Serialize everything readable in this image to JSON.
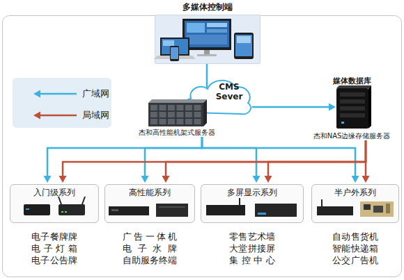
{
  "diagram": {
    "nodes": [
      {
        "text": [
          "多媒体控制端"
        ]
      },
      {
        "text": [
          "CMS Sever"
        ]
      },
      {
        "text": [
          "杰和高性能机架式服务器"
        ]
      },
      {
        "text": [
          "媒体数据库",
          "杰和NAS边缘存储服务器"
        ]
      },
      {
        "text": [
          "入门级系列",
          "电子餐牌牌",
          "电子灯箱",
          "电子公告牌"
        ]
      },
      {
        "text": [
          "高性能系列",
          "广告一体机",
          "电子水牌",
          "自助服务终端"
        ]
      },
      {
        "text": [
          "多屏显示系列",
          "零售艺术墙",
          "大堂拼接屏",
          "集控中心"
        ]
      },
      {
        "text": [
          "半户外系列",
          "自动售货机",
          "智能快递箱",
          "公交广告机"
        ]
      }
    ],
    "edges": [
      {
        "from": 0,
        "to": 1,
        "arrow": "none"
      },
      {
        "from": 1,
        "to": 3,
        "arrow": "to"
      },
      {
        "from": 2,
        "to": 4,
        "arrow": "to"
      },
      {
        "from": 2,
        "to": 5,
        "arrow": "to"
      },
      {
        "from": 2,
        "to": 6,
        "arrow": "to"
      },
      {
        "from": 2,
        "to": 7,
        "arrow": "to"
      },
      {
        "from": 3,
        "to": 4,
        "arrow": "to"
      },
      {
        "from": 3,
        "to": 5,
        "arrow": "to"
      },
      {
        "from": 3,
        "to": 6,
        "arrow": "to"
      },
      {
        "from": 3,
        "to": 7,
        "arrow": "to"
      }
    ],
    "legend": [
      {
        "text": "广域网"
      },
      {
        "text": "局域网"
      }
    ]
  }
}
